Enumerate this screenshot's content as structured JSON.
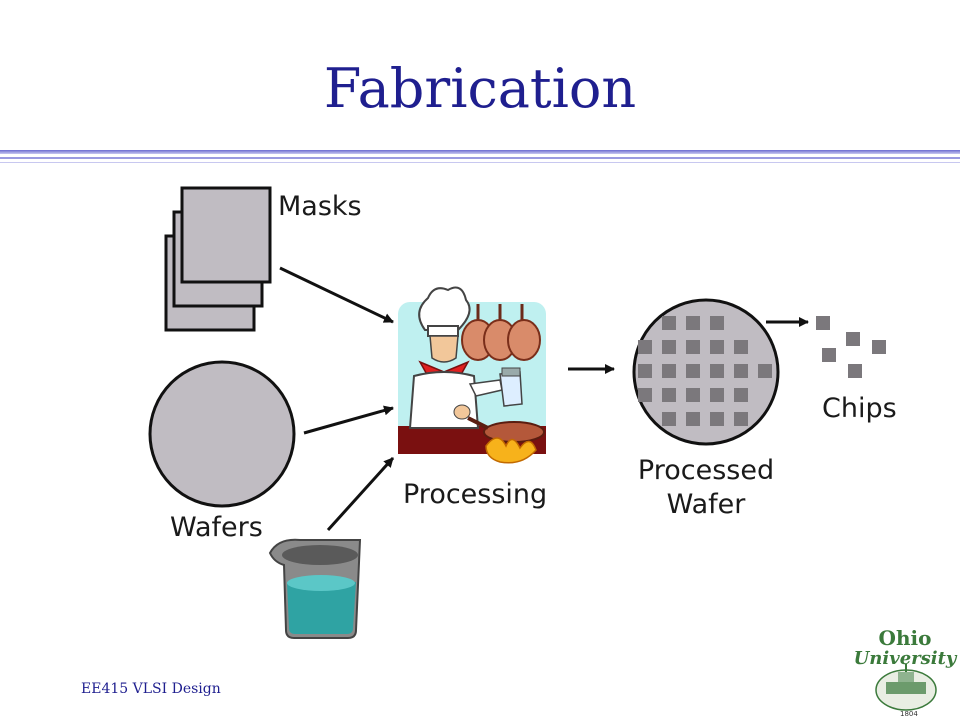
{
  "title": "Fabrication",
  "labels": {
    "masks": "Masks",
    "wafers": "Wafers",
    "processing": "Processing",
    "processed_wafer_line1": "Processed",
    "processed_wafer_line2": "Wafer",
    "chips": "Chips"
  },
  "footer": "EE415 VLSI Design",
  "logo": {
    "line1": "Ohio",
    "line2": "University",
    "year": "1804"
  },
  "colors": {
    "title": "#1f1f8f",
    "mask_fill": "#c0bcc2",
    "wafer_fill": "#c0bcc2",
    "die_fill": "#7b787c",
    "beaker_liquid": "#2fa3a3",
    "logo_green": "#3b7a3b"
  }
}
